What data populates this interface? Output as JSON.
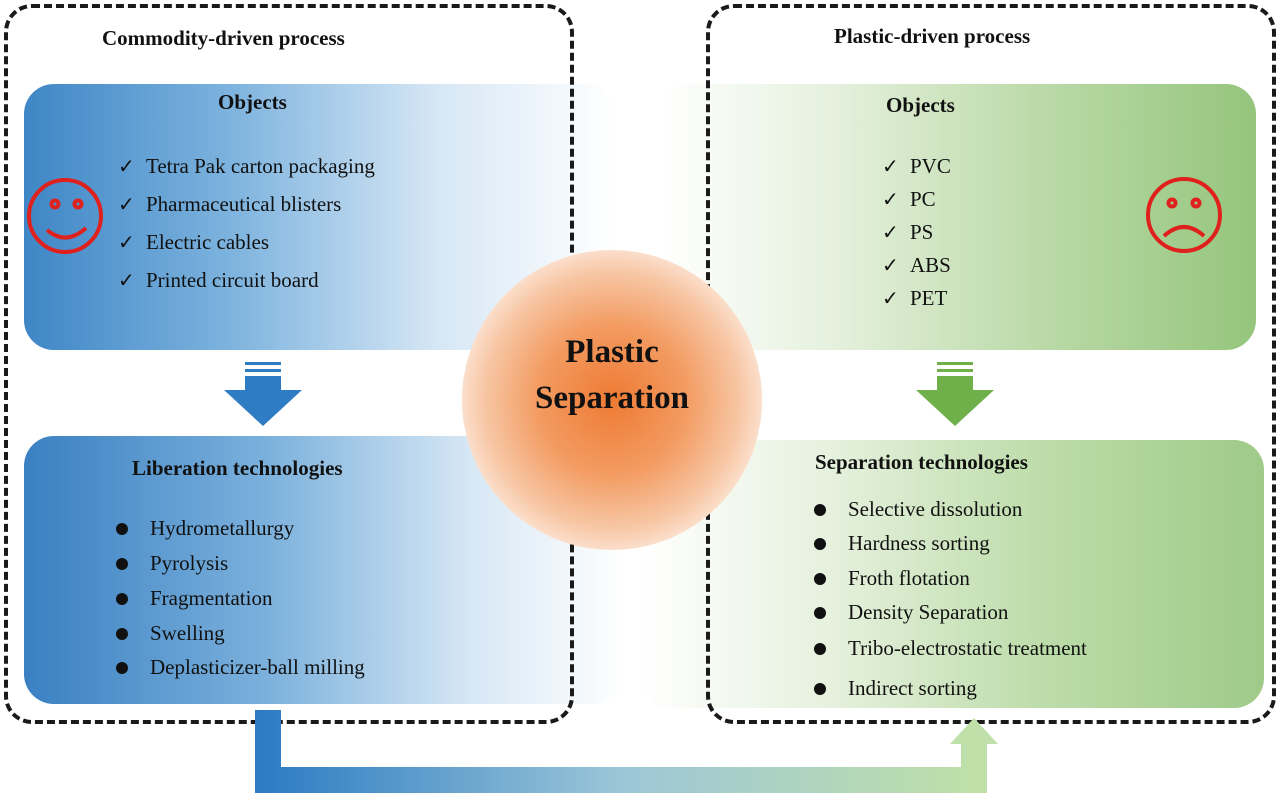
{
  "left": {
    "title": "Commodity-driven process",
    "objects_heading": "Objects",
    "objects": [
      "Tetra Pak carton packaging",
      "Pharmaceutical blisters",
      "Electric cables",
      "Printed circuit board"
    ],
    "tech_heading": "Liberation technologies",
    "technologies": [
      "Hydrometallurgy",
      "Pyrolysis",
      "Fragmentation",
      "Swelling",
      "Deplasticizer-ball milling"
    ]
  },
  "right": {
    "title": "Plastic-driven process",
    "objects_heading": "Objects",
    "objects": [
      "PVC",
      "PC",
      "PS",
      "ABS",
      "PET"
    ],
    "tech_heading": "Separation technologies",
    "technologies": [
      "Selective dissolution",
      "Hardness sorting",
      "Froth flotation",
      "Density Separation",
      "Tribo-electrostatic treatment",
      "Indirect sorting"
    ]
  },
  "center": {
    "line1": "Plastic",
    "line2": "Separation"
  },
  "icons": {
    "left_face": "smiley-face-icon",
    "right_face": "sad-face-icon",
    "check": "✓"
  },
  "colors": {
    "blue": "#2e7dc4",
    "green": "#6fb04a",
    "orange": "#ee7a34",
    "face_red": "#e0201c"
  }
}
